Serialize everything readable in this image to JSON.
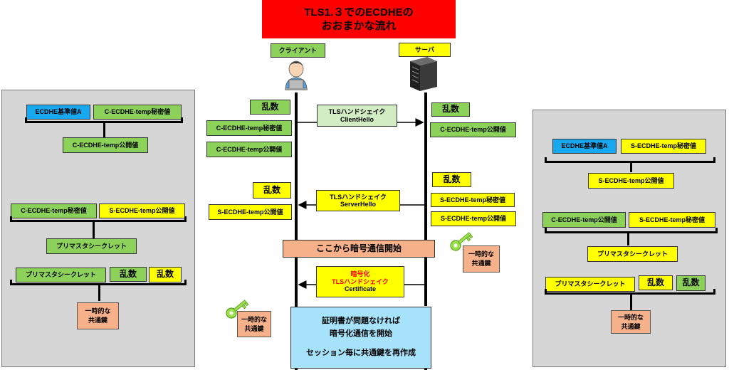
{
  "title": {
    "line1": "TLS1.３でのECDHEの",
    "line2": "おおまかな流れ"
  },
  "actors": {
    "client": "クライアント",
    "server": "サーバ"
  },
  "terms": {
    "random": "乱数",
    "ecdhe_base": "ECDHE基準値A",
    "c_secret": "C-ECDHE-temp秘密値",
    "c_public": "C-ECDHE-temp公開値",
    "s_secret": "S-ECDHE-temp秘密値",
    "s_public": "S-ECDHE-temp公開値",
    "premaster": "プリマスタシークレット",
    "tmp_key_1": "一時的な",
    "tmp_key_2": "共通鍵"
  },
  "messages": {
    "client_hello": {
      "line1": "TLSハンドシェイク",
      "line2": "ClientHello"
    },
    "server_hello": {
      "line1": "TLSハンドシェイク",
      "line2": "ServerHello"
    },
    "encrypted_start": "ここから暗号通信開始",
    "certificate": {
      "line1": "暗号化",
      "line2": "TLSハンドシェイク",
      "line3": "Certificate"
    }
  },
  "note": {
    "line1": "証明書が問題なければ",
    "line2": "暗号化通信を開始",
    "line3": "セッション毎に共通鍵を再作成"
  },
  "colors": {
    "title_bg": "#ff0000",
    "client_color": "#8bd15a",
    "server_color": "#ffff00",
    "base_color": "#18a8f0",
    "key_color": "#9ae04a",
    "key_label_bg": "#f6b18a",
    "note_bg": "#a6e3fb",
    "panel_bg": "#d6d6d6"
  }
}
